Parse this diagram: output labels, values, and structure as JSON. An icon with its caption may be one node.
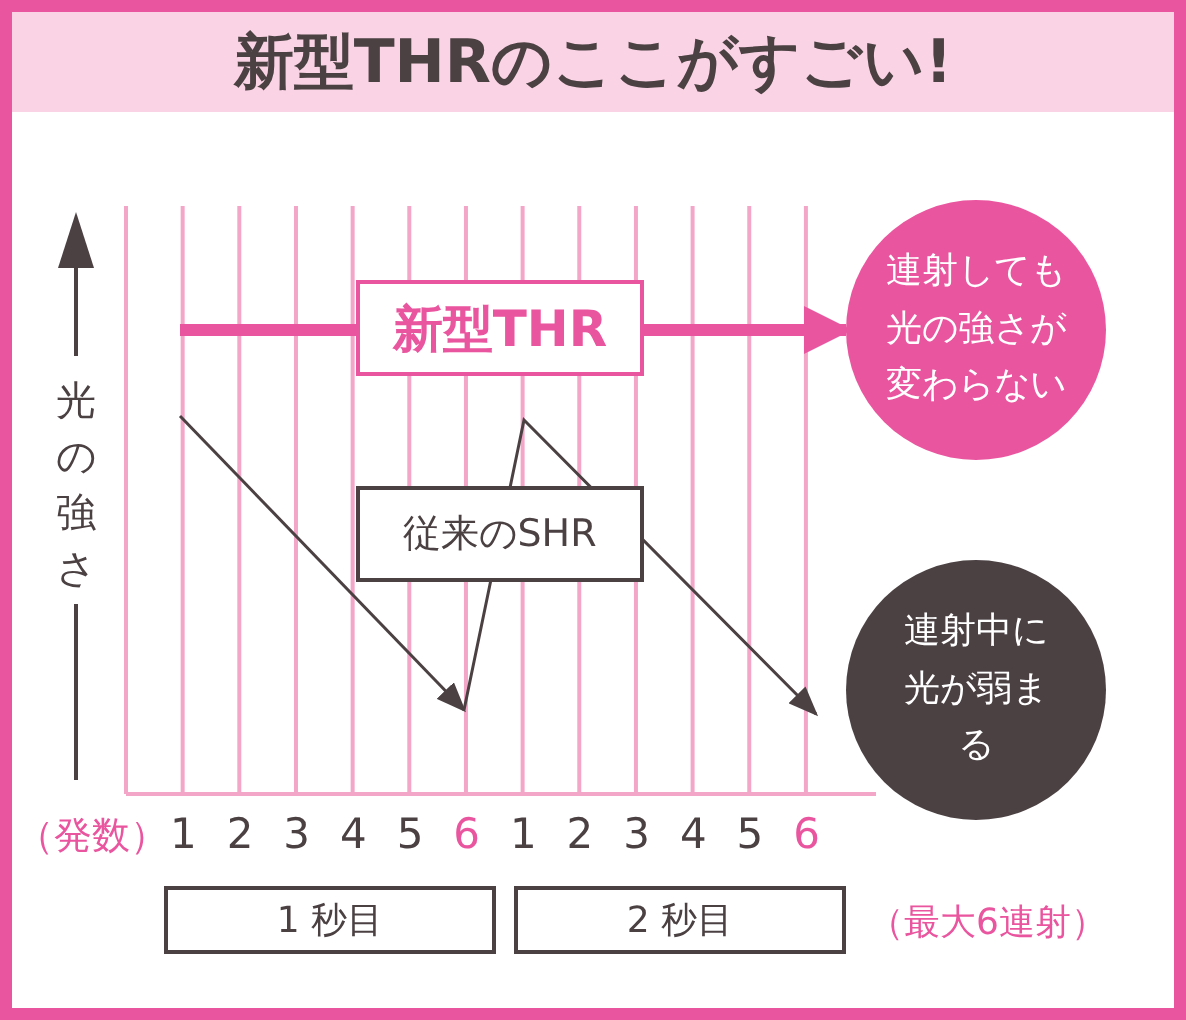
{
  "diagram": {
    "title": "新型THRのここがすごい!",
    "nodes": [
      {
        "text": [
          "新型THR"
        ]
      },
      {
        "text": [
          "連射しても光の強さが変わらない"
        ]
      },
      {
        "text": [
          "従来のSHR"
        ]
      },
      {
        "text": [
          "連射中に光が弱まる"
        ]
      },
      {
        "text": [
          "1 秒目"
        ]
      },
      {
        "text": [
          "2 秒目"
        ]
      }
    ],
    "edges": [
      {
        "from": null,
        "to": 1,
        "arrow": "to",
        "style": "thick",
        "color": "#ea559f"
      },
      {
        "from": null,
        "to": 3,
        "arrow": "to",
        "color": "#4b4143"
      }
    ],
    "labels": [
      "光の強さ",
      "（発数）",
      "1",
      "2",
      "3",
      "4",
      "5",
      "6",
      "1",
      "2",
      "3",
      "4",
      "5",
      "6",
      "（最大6連射）"
    ]
  }
}
